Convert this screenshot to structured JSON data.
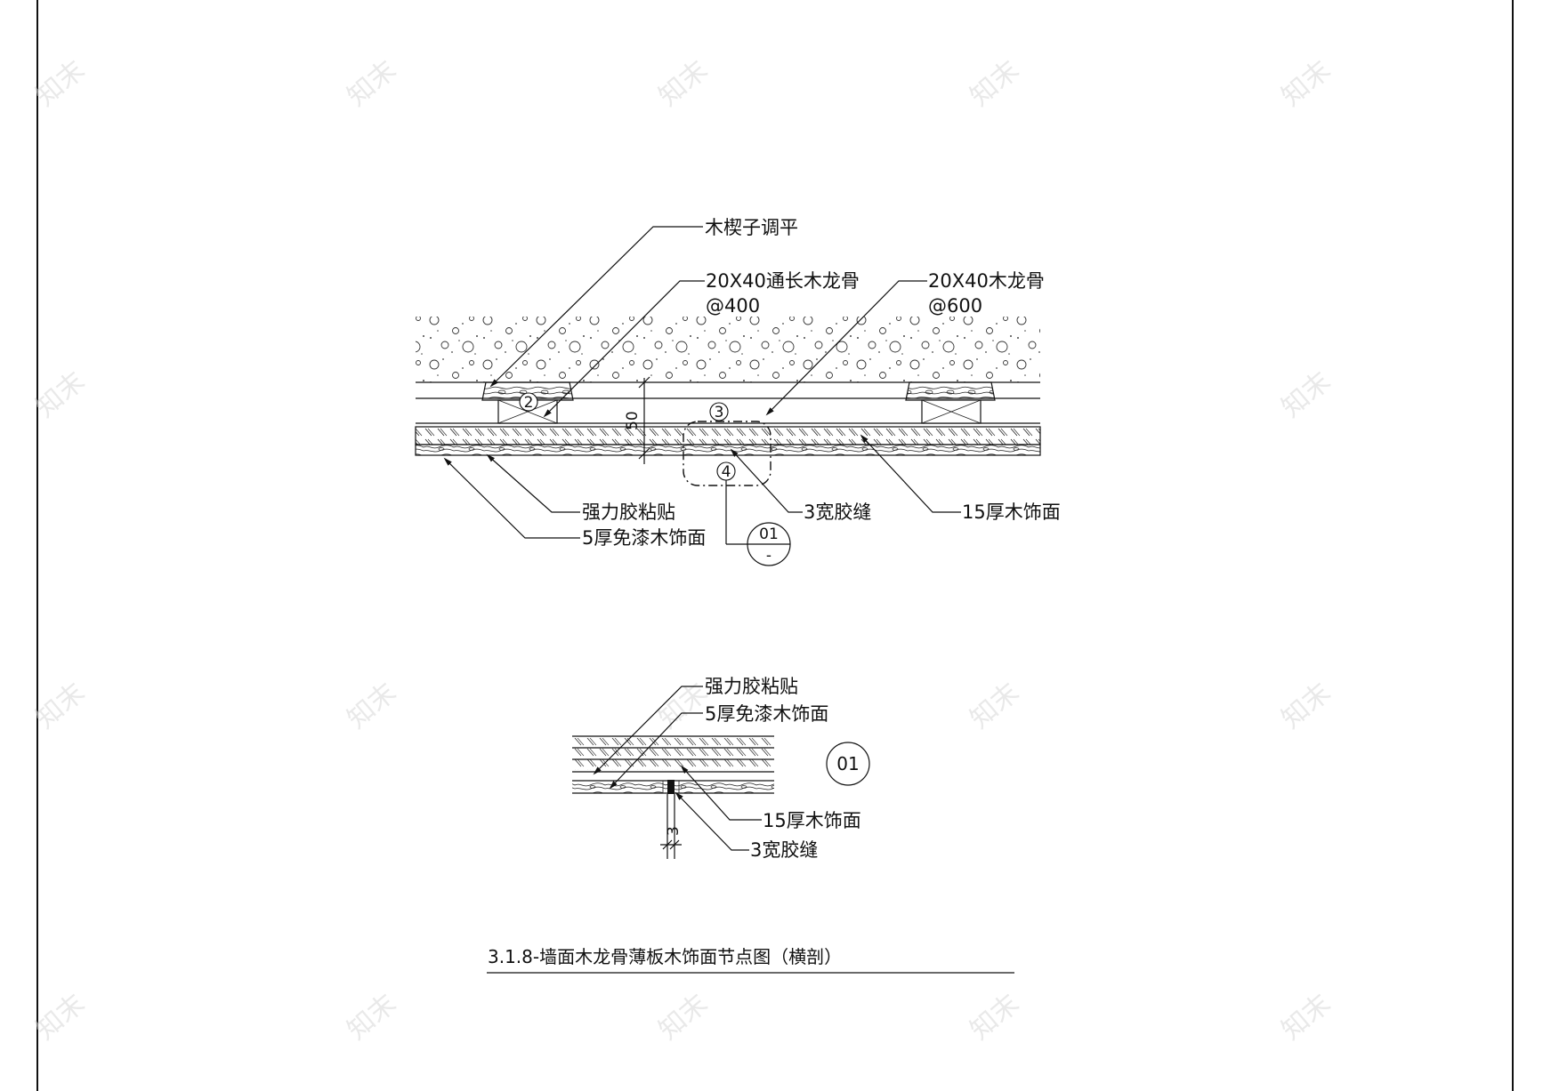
{
  "watermark": "知末",
  "section": {
    "labels": {
      "wedge": "木楔子调平",
      "batten_long": "20X40通长木龙骨",
      "batten_long_spacing": "@400",
      "batten": "20X40木龙骨",
      "batten_spacing": "@600",
      "adhesive": "强力胶粘贴",
      "veneer_5": "5厚免漆木饰面",
      "glue_joint": "3宽胶缝",
      "panel_15": "15厚木饰面"
    },
    "callouts": {
      "c2": "2",
      "c3": "3",
      "c4": "4"
    },
    "dimension": "50",
    "detail_ref": {
      "number": "01",
      "sheet": "-"
    }
  },
  "detail": {
    "labels": {
      "adhesive": "强力胶粘贴",
      "veneer_5": "5厚免漆木饰面",
      "panel_15": "15厚木饰面",
      "glue_joint": "3宽胶缝"
    },
    "dimension": "3",
    "tag": "01"
  },
  "title": "3.1.8-墙面木龙骨薄板木饰面节点图（横剖）"
}
